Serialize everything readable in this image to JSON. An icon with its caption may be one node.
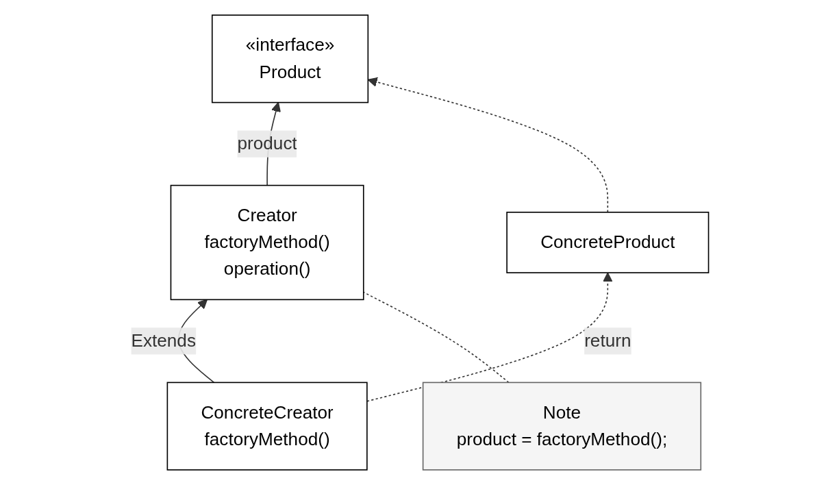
{
  "diagram": {
    "nodes": [
      {
        "text": [
          "Creator",
          "factoryMethod()",
          "operation()"
        ]
      },
      {
        "text": [
          "«interface»",
          "Product"
        ]
      },
      {
        "text": [
          "ConcreteCreator",
          "factoryMethod()"
        ]
      },
      {
        "text": [
          "ConcreteProduct"
        ]
      },
      {
        "text": [
          "Note",
          "product = factoryMethod();"
        ]
      }
    ],
    "edges": [
      {
        "from": 0,
        "to": 1,
        "arrow": "to",
        "label": "product"
      },
      {
        "from": 2,
        "to": 0,
        "arrow": "to",
        "label": "Extends"
      },
      {
        "from": 4,
        "to": 0,
        "arrow": "none",
        "style": "dashed"
      },
      {
        "from": 3,
        "to": 1,
        "arrow": "to",
        "style": "dashed"
      },
      {
        "from": 2,
        "to": 3,
        "arrow": "to",
        "style": "dashed",
        "label": "return"
      }
    ]
  }
}
